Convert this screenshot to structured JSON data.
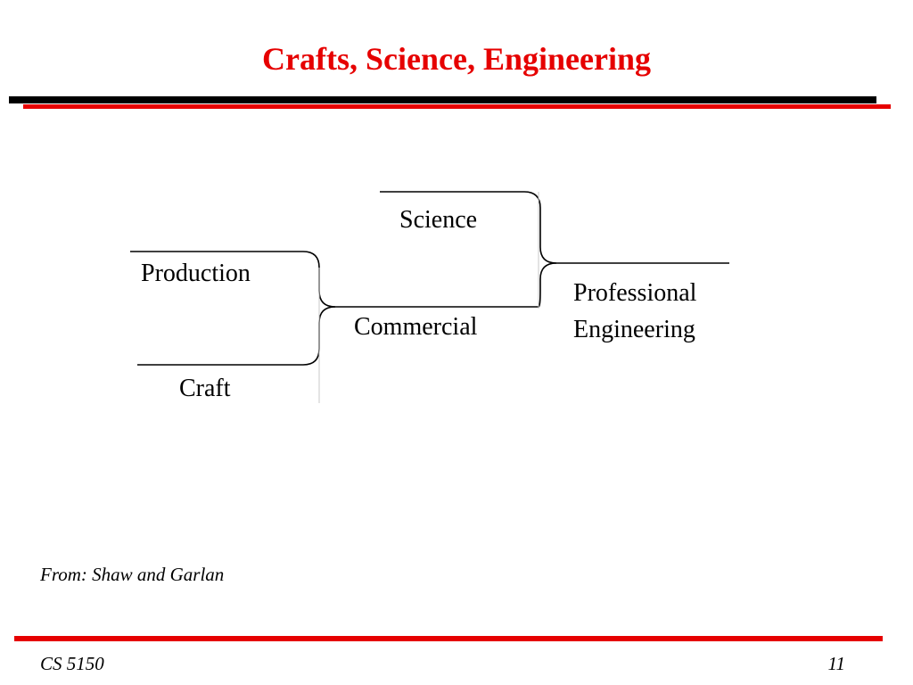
{
  "slide": {
    "title": "Crafts, Science, Engineering",
    "source_note": "From: Shaw and Garlan",
    "footer_course": "CS 5150",
    "page_number": "11",
    "accent_color": "#e60000"
  },
  "diagram": {
    "labels": {
      "production": "Production",
      "craft": "Craft",
      "commercial": "Commercial",
      "science": "Science",
      "professional_line1": "Professional",
      "professional_line2": "Engineering"
    }
  }
}
